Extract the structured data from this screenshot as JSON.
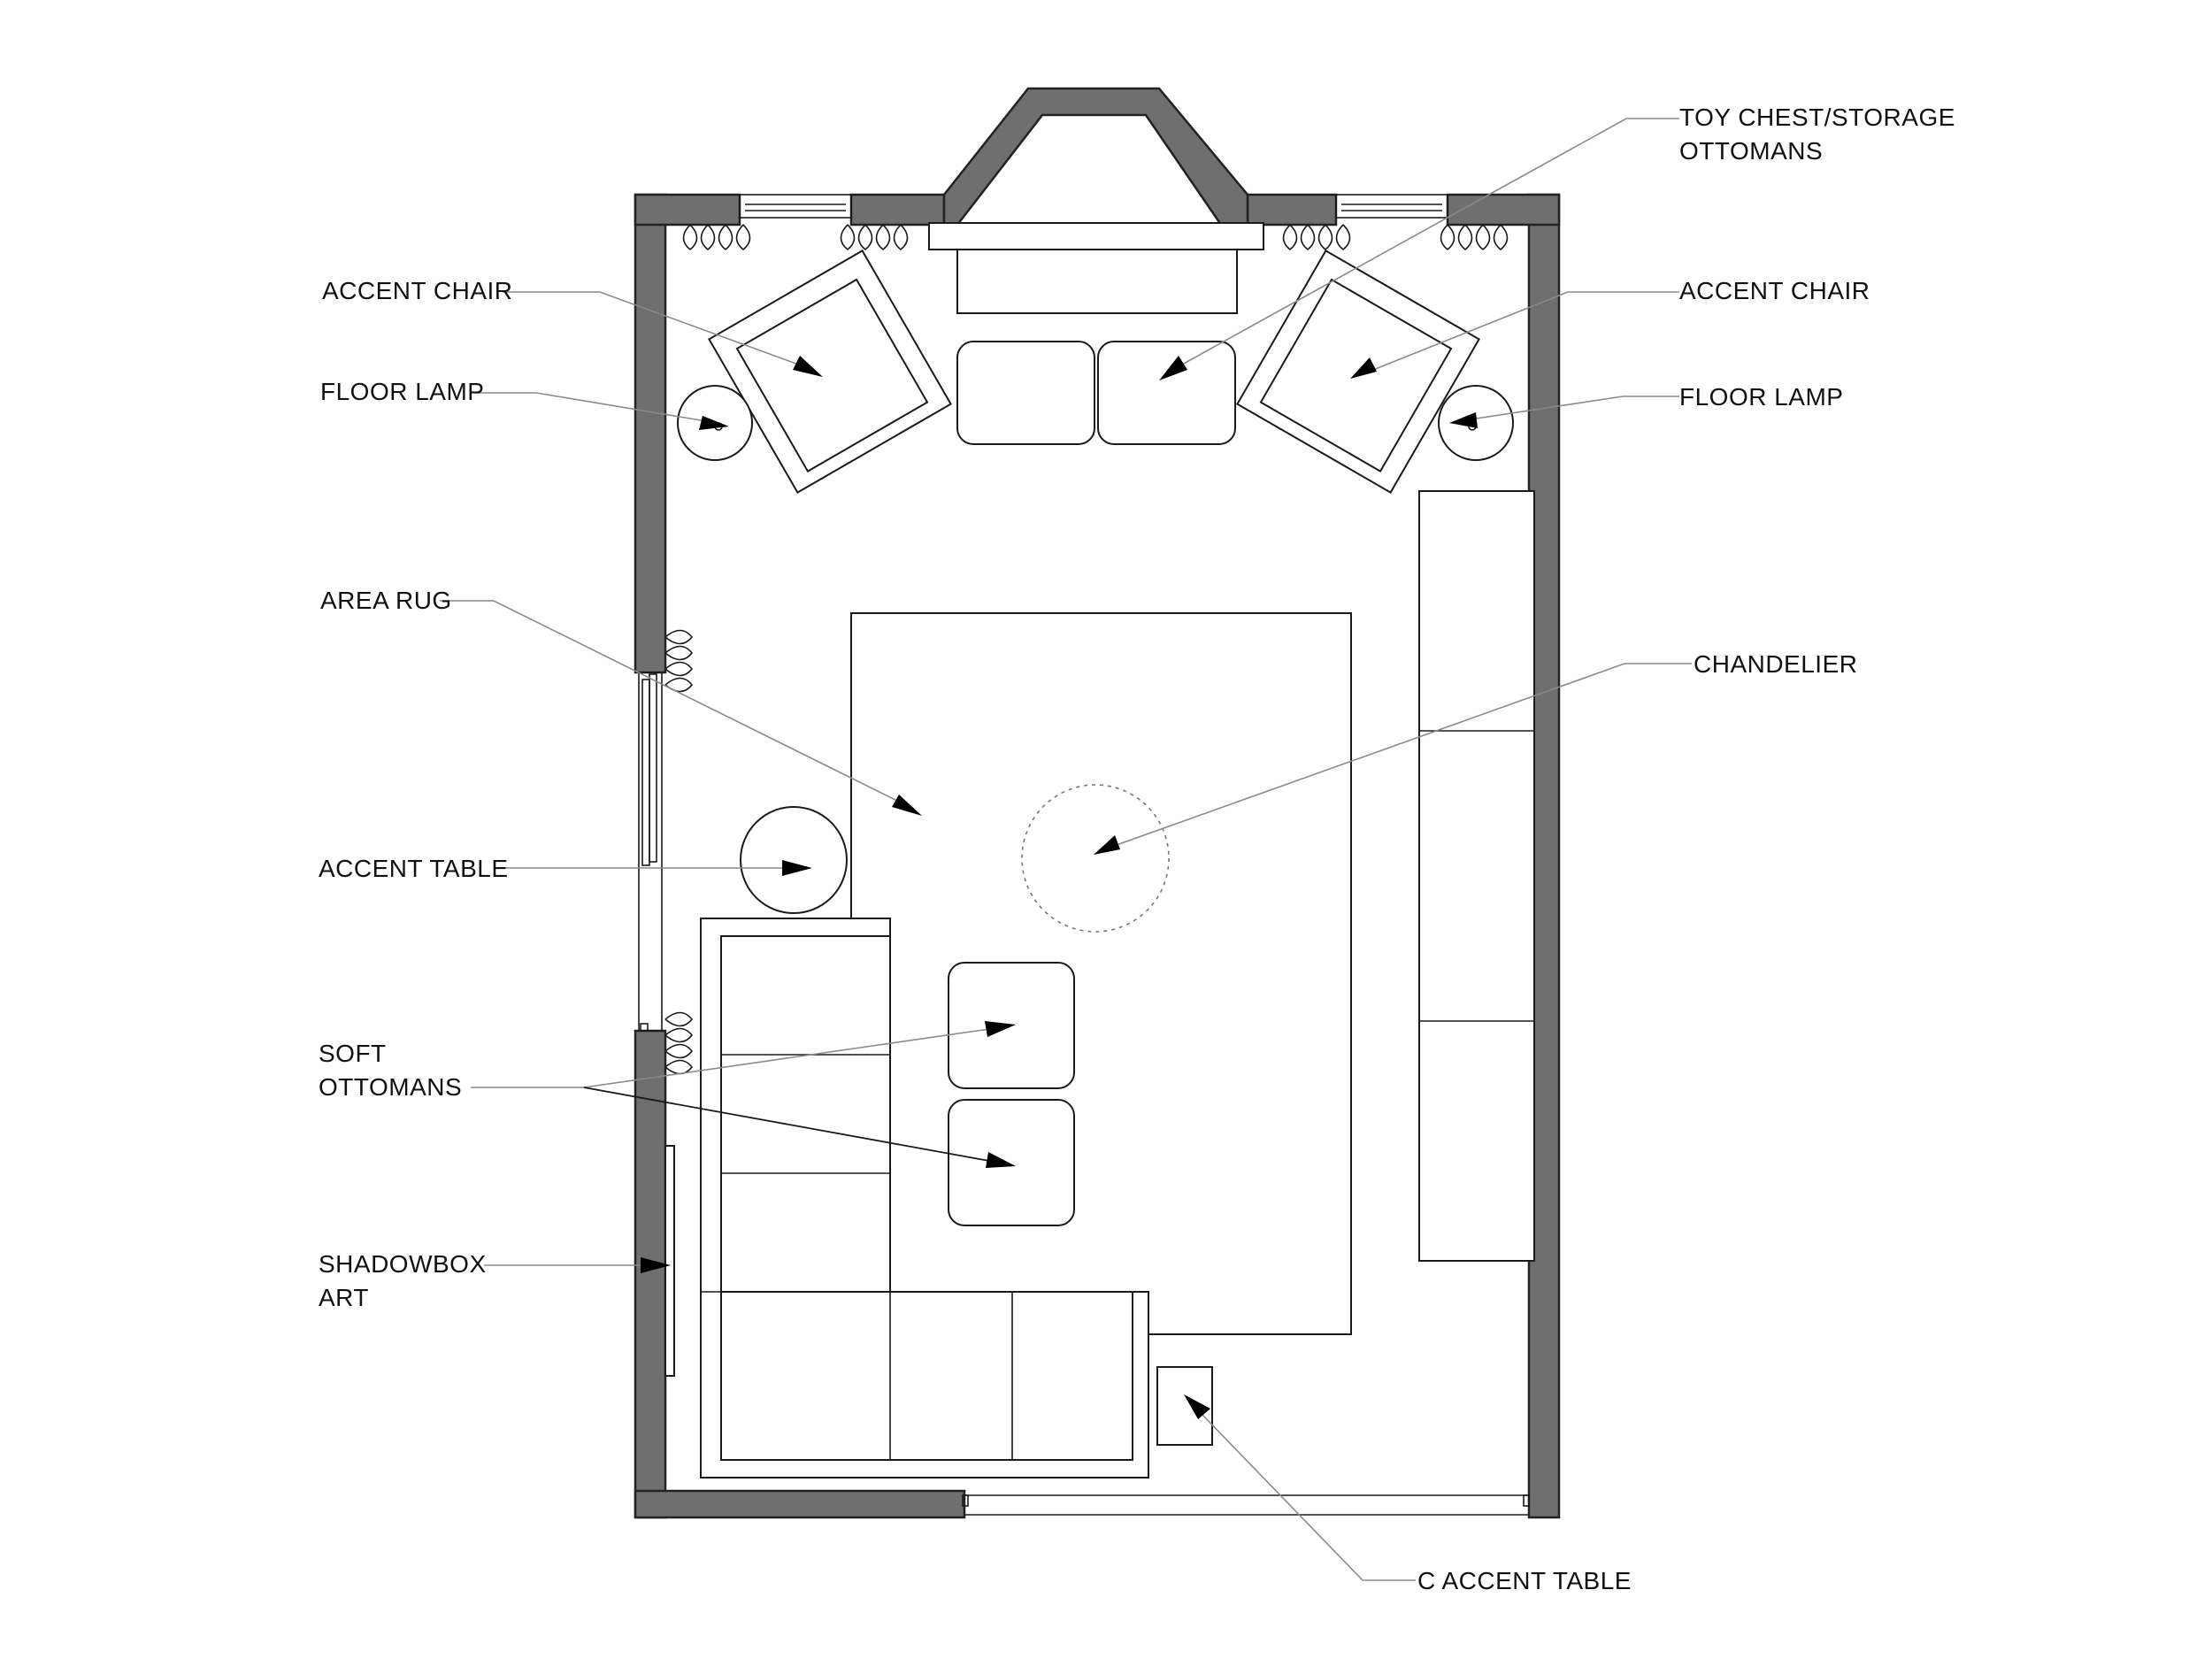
{
  "labels": {
    "accent_chair_left": "ACCENT CHAIR",
    "floor_lamp_left": "FLOOR LAMP",
    "area_rug": "AREA RUG",
    "accent_table": "ACCENT TABLE",
    "soft_ottomans_line1": "SOFT",
    "soft_ottomans_line2": "OTTOMANS",
    "shadowbox_line1": "SHADOWBOX",
    "shadowbox_line2": "ART",
    "toy_chest_line1": "TOY CHEST/STORAGE",
    "toy_chest_line2": "OTTOMANS",
    "accent_chair_right": "ACCENT CHAIR",
    "floor_lamp_right": "FLOOR LAMP",
    "chandelier": "CHANDELIER",
    "c_accent_table": "C ACCENT TABLE"
  },
  "colors": {
    "wall": "#6f6f6f",
    "line": "#1a1a1a",
    "leader": "#8a8a8a"
  }
}
